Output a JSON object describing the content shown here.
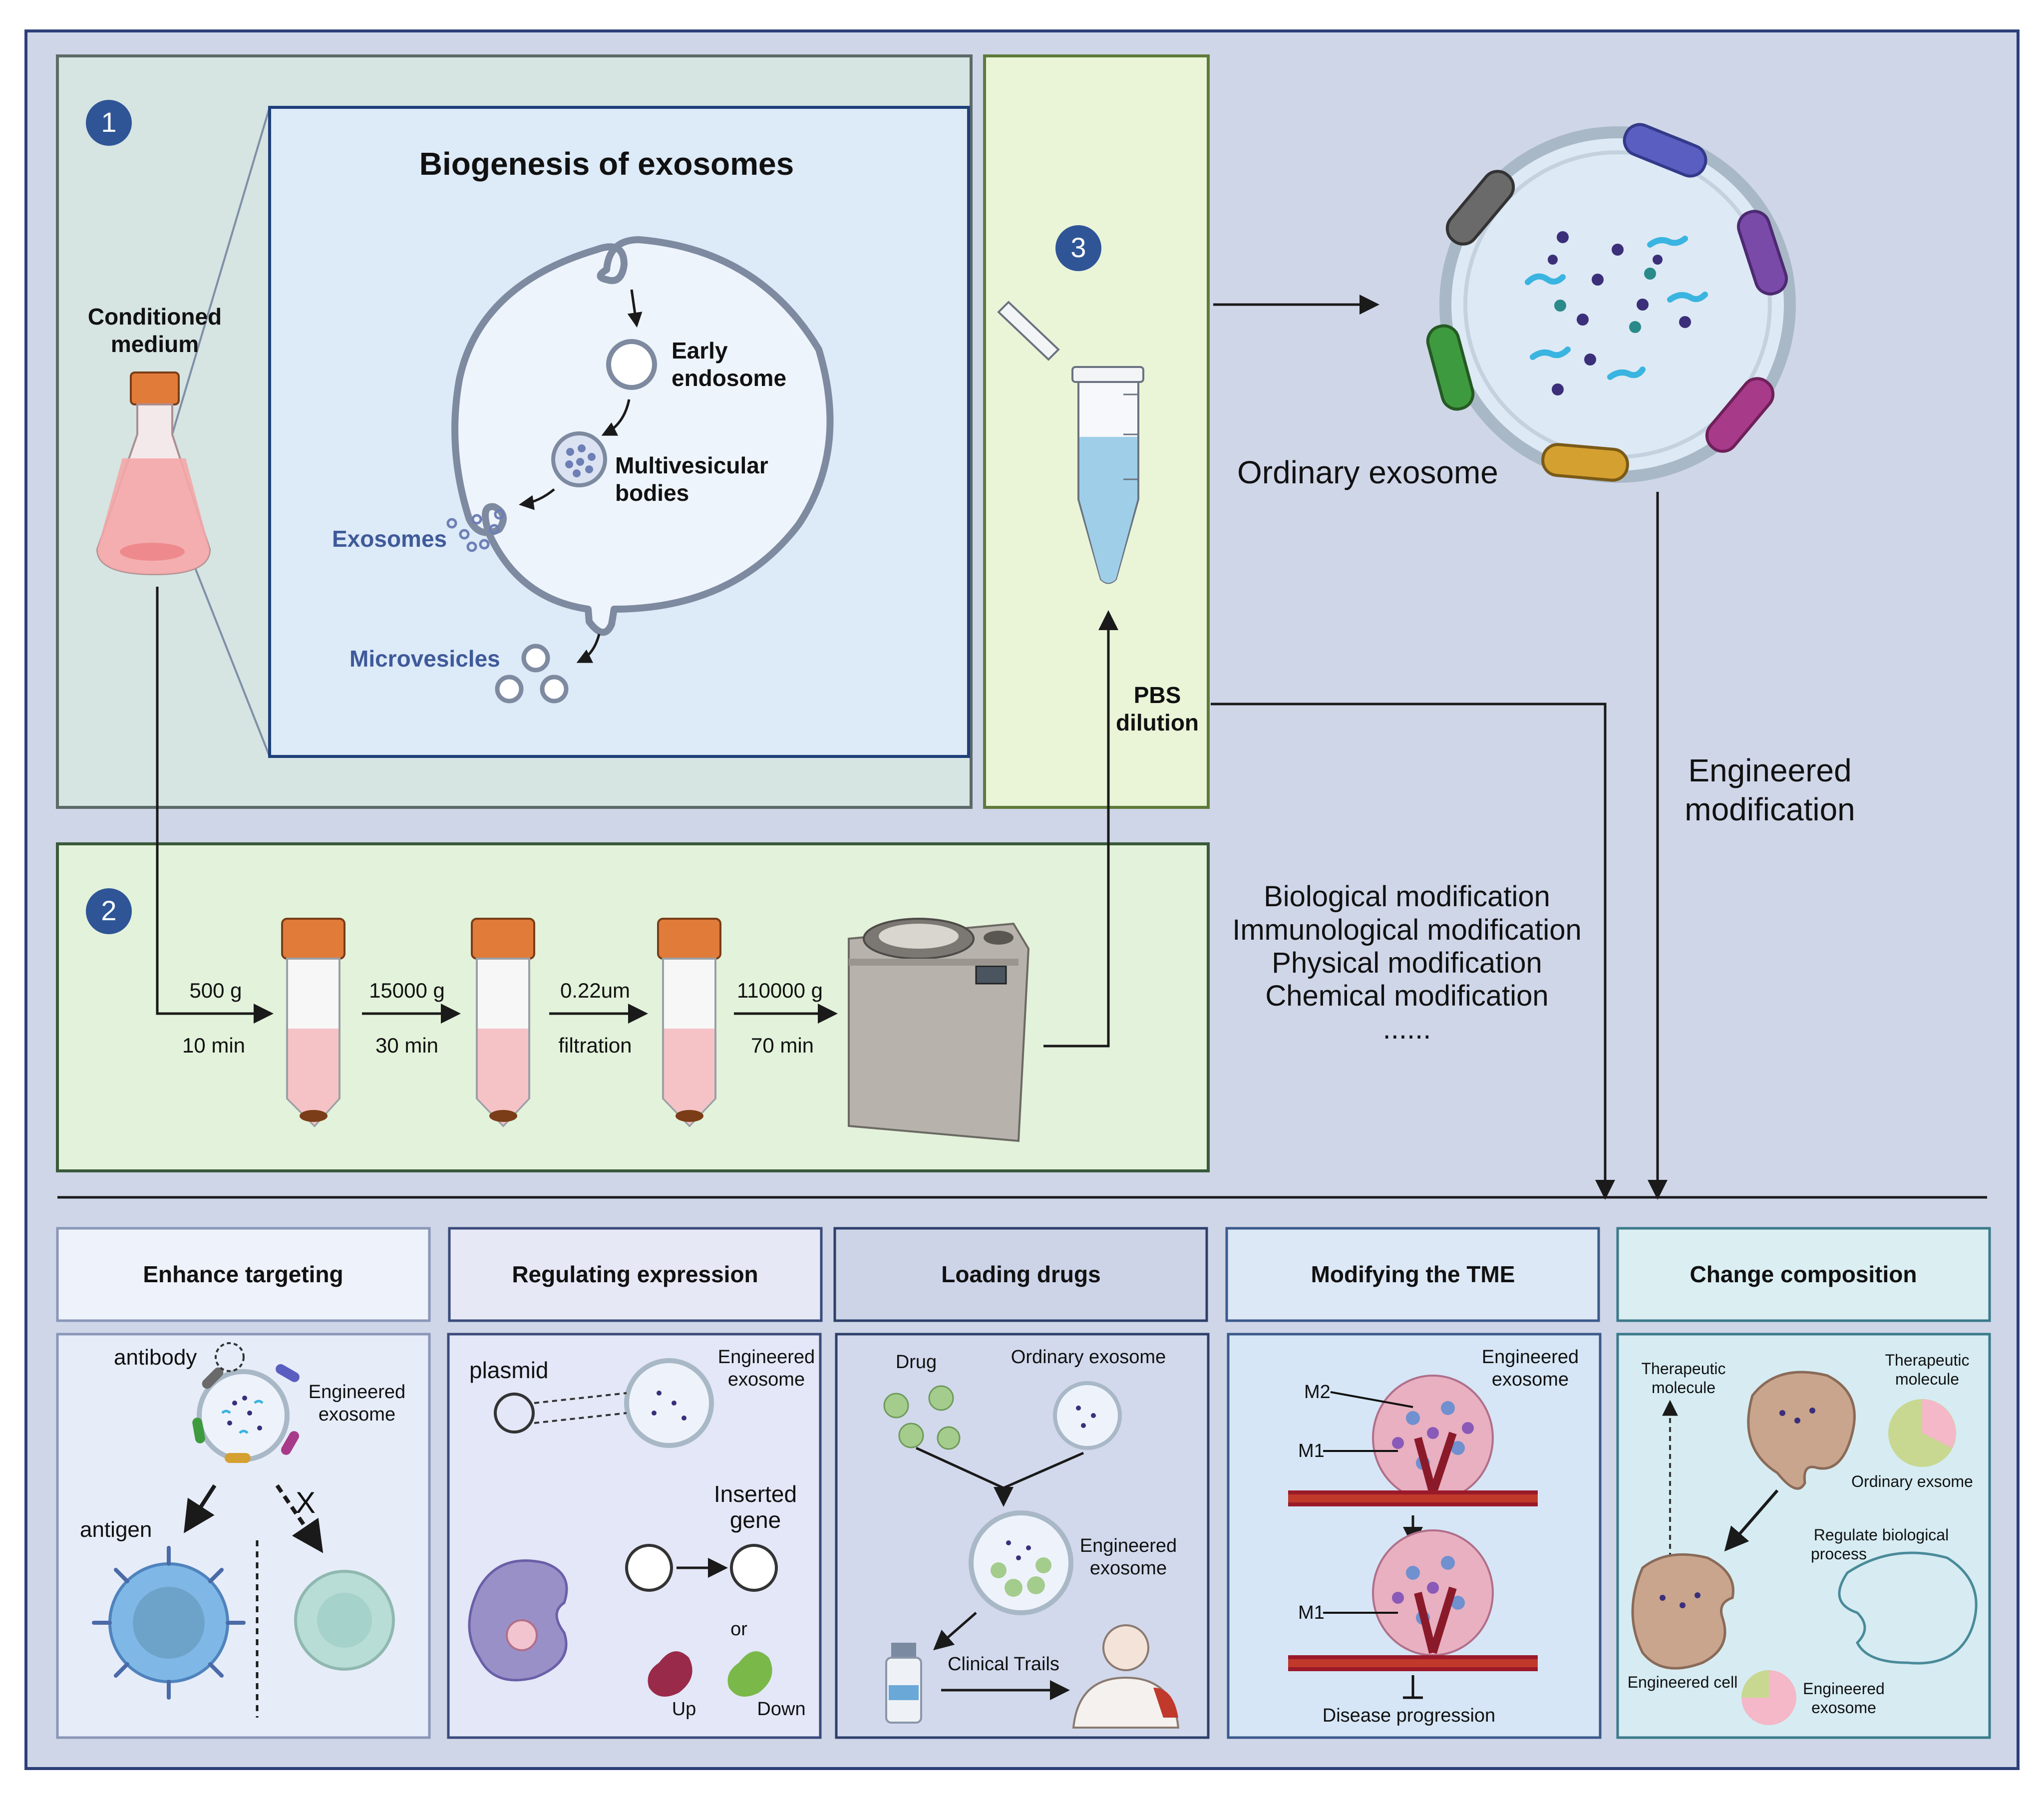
{
  "section1": {
    "number": "1",
    "title": "Biogenesis  of exosomes",
    "conditioned_medium": [
      "Conditioned",
      "medium"
    ],
    "early_endosome": [
      "Early",
      "endosome"
    ],
    "multivesicular_bodies": [
      "Multivesicular",
      "bodies"
    ],
    "exosomes": "Exosomes",
    "microvesicles": "Microvesicles"
  },
  "section2": {
    "number": "2",
    "steps": [
      {
        "top": "500 g",
        "bottom": "10 min"
      },
      {
        "top": "15000 g",
        "bottom": "30 min"
      },
      {
        "top": "0.22um",
        "bottom": "filtration"
      },
      {
        "top": "110000 g",
        "bottom": "70 min"
      }
    ]
  },
  "section3": {
    "number": "3",
    "pbs": [
      "PBS",
      "dilution"
    ]
  },
  "ordinary_exosome": "Ordinary exosome",
  "engineered_modification": [
    "Engineered",
    "modification"
  ],
  "modifications": [
    "Biological modification",
    "Immunological modification",
    "Physical modification",
    "Chemical modification",
    "......"
  ],
  "panels": [
    {
      "title": "Enhance  targeting"
    },
    {
      "title": "Regulating expression"
    },
    {
      "title": "Loading drugs"
    },
    {
      "title": "Modifying the TME"
    },
    {
      "title": "Change composition"
    }
  ],
  "panel1": {
    "antibody": "antibody",
    "engineered": [
      "Engineered",
      "exosome"
    ],
    "antigen": "antigen",
    "x": "X"
  },
  "panel2": {
    "plasmid": "plasmid",
    "engineered": [
      "Engineered",
      "exosome"
    ],
    "inserted": [
      "Inserted",
      "gene"
    ],
    "or": "or",
    "up": "Up",
    "down": "Down"
  },
  "panel3": {
    "drug": "Drug",
    "ordinary": "Ordinary exosome",
    "engineered": [
      "Engineered",
      "exosome"
    ],
    "clinical": "Clinical Trails"
  },
  "panel4": {
    "engineered": [
      "Engineered",
      "exosome"
    ],
    "m2": "M2",
    "m1a": "M1",
    "m1b": "M1",
    "disease": "Disease progression"
  },
  "panel5": {
    "ther1": [
      "Therapeutic",
      "molecule"
    ],
    "ther2": [
      "Therapeutic",
      "molecule"
    ],
    "ordinary": "Ordinary exsome",
    "regulate": [
      "Regulate biological",
      "process"
    ],
    "engineered_cell": "Engineered cell",
    "engineered_exo": [
      "Engineered",
      "exosome"
    ]
  },
  "colors": {
    "outer_bg": "#cfd6e8",
    "outer_border": "#2d3f7a",
    "sec1_bg": "#d6e4e2",
    "biogenesis_bg": "#ddeaf7",
    "sec2_bg": "#e3f2da",
    "sec3_bg": "#eaf5d8",
    "number_badge": "#2f5597",
    "accent_blue_text": "#3f5a9a",
    "flask_pink": "#f4a7a8",
    "cap_orange": "#e07b39"
  }
}
